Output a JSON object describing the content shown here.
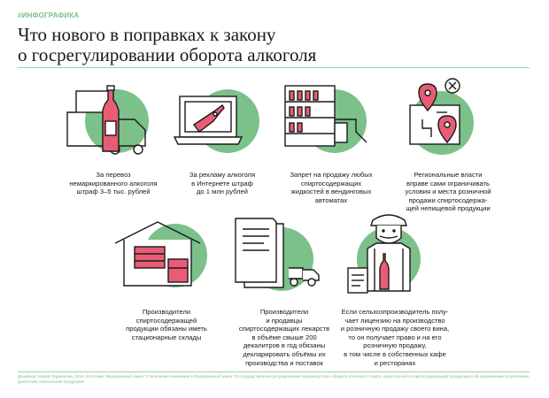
{
  "header": {
    "tag": "#ИНФОГРАФИКА",
    "title_line1": "Что нового в поправках к закону",
    "title_line2": "о госрегулировании оборота алкоголя"
  },
  "colors": {
    "accent_green": "#7cc08a",
    "rule_green": "#9bd3a4",
    "pink": "#e85d75",
    "outline": "#1a1a1a"
  },
  "items": [
    {
      "icon": "wine-bottle-truck-icon",
      "text": "За перевоз\nнемаркированного алкоголя\nштраф 3–5 тыс. рублей"
    },
    {
      "icon": "laptop-bottle-icon",
      "text": "За рекламу алкоголя\nв Интернете штраф\nдо 1 млн рублей"
    },
    {
      "icon": "vending-machine-icon",
      "text": "Запрет на продажу любых\nспиртосодержащих\nжидкостей в вендинговых\nавтоматах"
    },
    {
      "icon": "map-pins-icon",
      "text": "Региональные власти\nвправе сами ограничивать\nусловия и места розничной\nпродажи спиртосодержа-\nщей непищевой продукции"
    },
    {
      "icon": "warehouse-icon",
      "text": "Производители\nспиртосодержащей\nпродукции обязаны иметь\nстационарные склады"
    },
    {
      "icon": "documents-truck-icon",
      "text": "Производители\nи продавцы\nспиртосодержащих лекарств\nв объёме свыше 200\nдекалитров в год обязаны\nдекларировать объёмы их\nпроизводства и поставок"
    },
    {
      "icon": "farmer-wine-icon",
      "text": "Если сельхозпроизводитель полу-\nчает лицензию на производство\nи розничную продажу своего вина,\nто он получает право и на его\nрозничную продажу,\nв том числе в собственных кафе\nи ресторанах"
    }
  ],
  "footer": {
    "text": "Дизайнер: Мария Ларионова, 2018. Источник: Федеральный закон \"О внесении изменений в Федеральный закон \"О государственном регулировании производства и оборота этилового спирта, алкогольной и спиртосодержащей продукции и об ограничении потребления (распития) алкогольной продукции\""
  }
}
